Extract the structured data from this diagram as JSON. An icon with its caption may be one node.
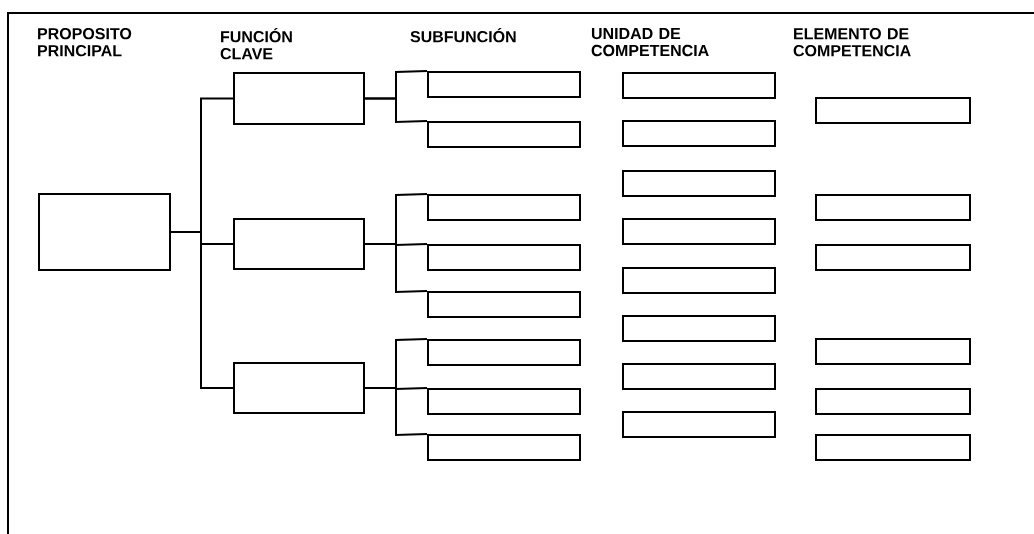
{
  "diagram": {
    "nodes": [
      {
        "text": [],
        "shape": "box"
      },
      {
        "text": [],
        "shape": "box"
      },
      {
        "text": [],
        "shape": "box"
      },
      {
        "text": [],
        "shape": "box"
      },
      {
        "text": [],
        "shape": "box"
      },
      {
        "text": [],
        "shape": "box"
      },
      {
        "text": [],
        "shape": "box"
      },
      {
        "text": [],
        "shape": "box"
      },
      {
        "text": [],
        "shape": "box"
      },
      {
        "text": [],
        "shape": "box"
      },
      {
        "text": [],
        "shape": "box"
      },
      {
        "text": [],
        "shape": "box"
      },
      {
        "text": [],
        "shape": "box"
      },
      {
        "text": [],
        "shape": "box"
      },
      {
        "text": [],
        "shape": "box"
      },
      {
        "text": [],
        "shape": "box"
      },
      {
        "text": [],
        "shape": "box"
      },
      {
        "text": [],
        "shape": "box"
      },
      {
        "text": [],
        "shape": "box"
      },
      {
        "text": [],
        "shape": "box"
      },
      {
        "text": [],
        "shape": "box"
      },
      {
        "text": [],
        "shape": "box"
      },
      {
        "text": [],
        "shape": "box"
      },
      {
        "text": [],
        "shape": "box"
      },
      {
        "text": [],
        "shape": "box"
      },
      {
        "text": [],
        "shape": "box"
      }
    ],
    "edges": [
      {
        "from": 0,
        "to": 1,
        "arrow": "none"
      },
      {
        "from": 0,
        "to": 2,
        "arrow": "none"
      },
      {
        "from": 0,
        "to": 3,
        "arrow": "none"
      },
      {
        "from": 1,
        "to": 4,
        "arrow": "none"
      },
      {
        "from": 1,
        "to": 5,
        "arrow": "none"
      },
      {
        "from": 2,
        "to": 6,
        "arrow": "none"
      },
      {
        "from": 2,
        "to": 7,
        "arrow": "none"
      },
      {
        "from": 2,
        "to": 8,
        "arrow": "none"
      },
      {
        "from": 3,
        "to": 9,
        "arrow": "none"
      },
      {
        "from": 3,
        "to": 10,
        "arrow": "none"
      },
      {
        "from": 3,
        "to": 11,
        "arrow": "none"
      }
    ],
    "labels": [
      "PROPOSITO PRINCIPAL",
      "FUNCIÓN CLAVE",
      "SUBFUNCIÓN",
      "UNIDAD DE COMPETENCIA",
      "ELEMENTO DE COMPETENCIA"
    ]
  }
}
